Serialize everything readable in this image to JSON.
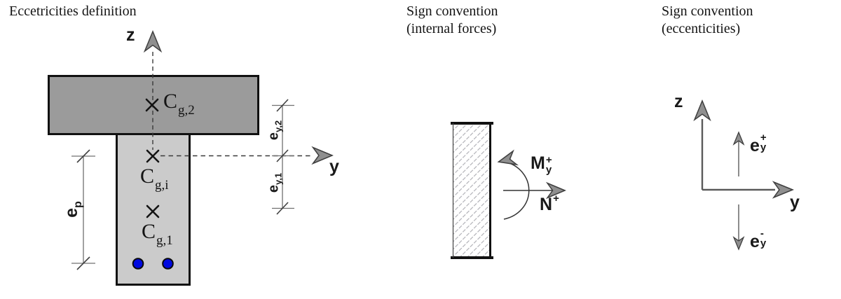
{
  "colors": {
    "flange_gray": "#9b9b9b",
    "web_gray": "#cbcbcb",
    "rebar_blue": "#0009e0",
    "arrow_gray": "#8f8f8f",
    "line_black": "#141414",
    "dim_gray": "#707070"
  },
  "left_panel": {
    "title": "Eccetricities definition",
    "z_axis_label": "z",
    "y_axis_label": "y",
    "centroid_flange": {
      "base": "C",
      "sub": "g,2"
    },
    "centroid_section": {
      "base": "C",
      "sub": "g,i"
    },
    "centroid_web": {
      "base": "C",
      "sub": "g,1"
    },
    "dim_ep": {
      "base": "e",
      "sub": "p"
    },
    "dim_ey2": {
      "base": "e",
      "sub": "y,2"
    },
    "dim_ey1": {
      "base": "e",
      "sub": "y,1"
    }
  },
  "middle_panel": {
    "title_line1": "Sign convention",
    "title_line2": "(internal forces)",
    "moment_label": {
      "base": "M",
      "sup": "+",
      "sub": "y"
    },
    "axial_label": {
      "base": "N",
      "sup": "+"
    }
  },
  "right_panel": {
    "title_line1": "Sign convention",
    "title_line2": "(eccenticities)",
    "z_axis_label": "z",
    "y_axis_label": "y",
    "ecc_positive": {
      "base": "e",
      "sup": "+",
      "sub": "y"
    },
    "ecc_negative": {
      "base": "e",
      "sup": "-",
      "sub": "y"
    }
  }
}
